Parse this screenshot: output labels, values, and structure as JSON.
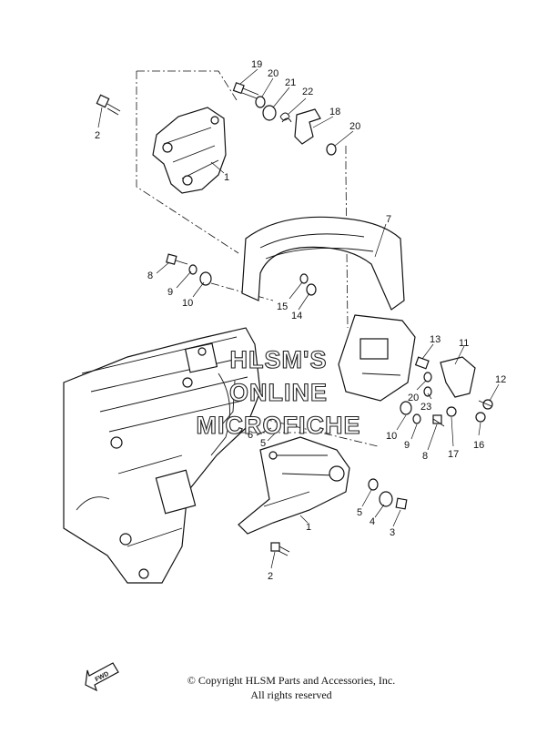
{
  "diagram": {
    "callouts": [
      {
        "id": "c19",
        "text": "19"
      },
      {
        "id": "c20a",
        "text": "20"
      },
      {
        "id": "c21",
        "text": "21"
      },
      {
        "id": "c22",
        "text": "22"
      },
      {
        "id": "c18",
        "text": "18"
      },
      {
        "id": "c20b",
        "text": "20"
      },
      {
        "id": "c2a",
        "text": "2"
      },
      {
        "id": "c1a",
        "text": "1"
      },
      {
        "id": "c7",
        "text": "7"
      },
      {
        "id": "c8a",
        "text": "8"
      },
      {
        "id": "c9a",
        "text": "9"
      },
      {
        "id": "c10a",
        "text": "10"
      },
      {
        "id": "c15",
        "text": "15"
      },
      {
        "id": "c14",
        "text": "14"
      },
      {
        "id": "c13",
        "text": "13"
      },
      {
        "id": "c11",
        "text": "11"
      },
      {
        "id": "c12",
        "text": "12"
      },
      {
        "id": "c20c",
        "text": "20"
      },
      {
        "id": "c23",
        "text": "23"
      },
      {
        "id": "c10b",
        "text": "10"
      },
      {
        "id": "c9b",
        "text": "9"
      },
      {
        "id": "c8b",
        "text": "8"
      },
      {
        "id": "c17",
        "text": "17"
      },
      {
        "id": "c16",
        "text": "16"
      },
      {
        "id": "c6",
        "text": "6"
      },
      {
        "id": "c5a",
        "text": "5"
      },
      {
        "id": "c5b",
        "text": "5"
      },
      {
        "id": "c4",
        "text": "4"
      },
      {
        "id": "c3",
        "text": "3"
      },
      {
        "id": "c1b",
        "text": "1"
      },
      {
        "id": "c2b",
        "text": "2"
      }
    ],
    "watermark": [
      "HLSM'S",
      "ONLINE",
      "MICROFICHE"
    ],
    "fwd_label": "FWD"
  },
  "footer": {
    "copyright_line1": "© Copyright HLSM Parts and Accessories, Inc.",
    "copyright_line2": "All rights reserved"
  }
}
